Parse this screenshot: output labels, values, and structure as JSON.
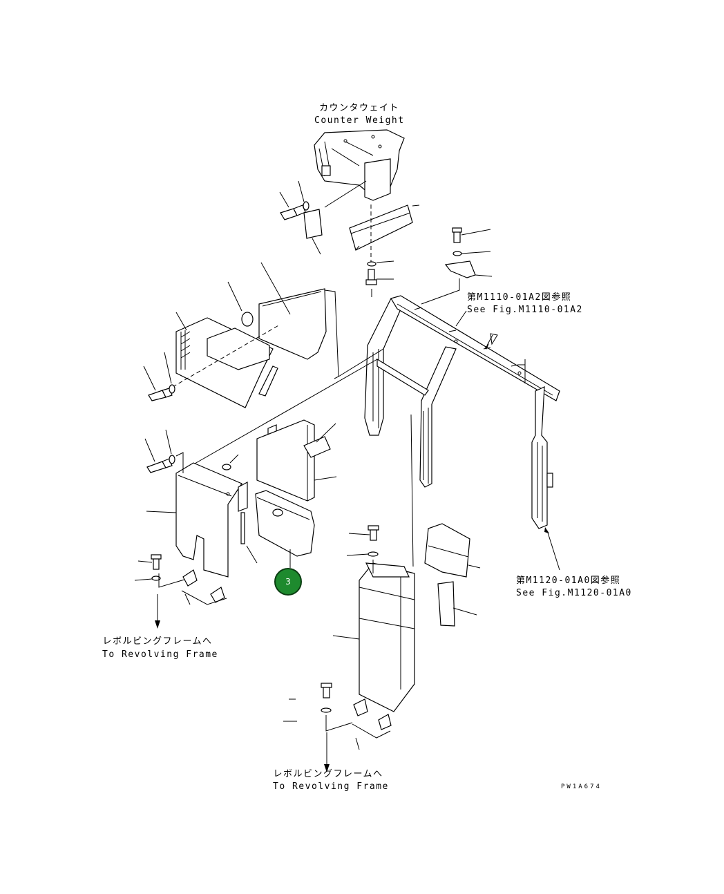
{
  "labels": {
    "counter_weight_jp": "カウンタウェイト",
    "counter_weight_en": "Counter Weight",
    "see_fig_a2_jp": "第M1110-01A2図参照",
    "see_fig_a2_en": "See Fig.M1110-01A2",
    "see_fig_a0_jp": "第M1120-01A0図参照",
    "see_fig_a0_en": "See Fig.M1120-01A0",
    "revolving_left_jp": "レボルビングフレームへ",
    "revolving_left_en": "To Revolving Frame",
    "revolving_bottom_jp": "レボルビングフレームへ",
    "revolving_bottom_en": "To Revolving Frame"
  },
  "drawing_code": "PW1A674",
  "callout": {
    "number": "3",
    "color": "#1e8a2e"
  },
  "icons": {
    "callout": "numbered-callout-circle",
    "arrow": "arrow-down-icon"
  }
}
